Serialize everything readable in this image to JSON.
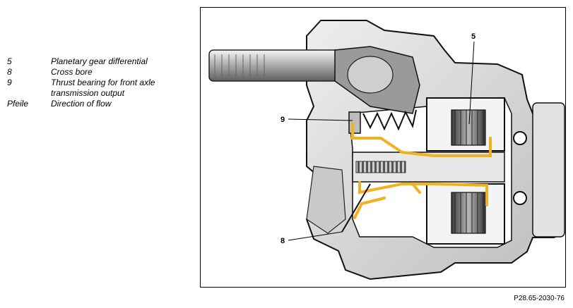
{
  "legend": {
    "items": [
      {
        "key": "5",
        "text": "Planetary gear differential"
      },
      {
        "key": "8",
        "text": "Cross bore"
      },
      {
        "key": "9",
        "text": "Thrust bearing for front axle transmission output"
      },
      {
        "key": "Pfeile",
        "text": "Direction of flow"
      }
    ]
  },
  "figure": {
    "callouts": {
      "c5": "5",
      "c8": "8",
      "c9": "9"
    },
    "reference": "P28.65-2030-76"
  },
  "colors": {
    "oil_flow": "#f2b21e",
    "housing": "#d6d6d6",
    "outline": "#111111"
  }
}
